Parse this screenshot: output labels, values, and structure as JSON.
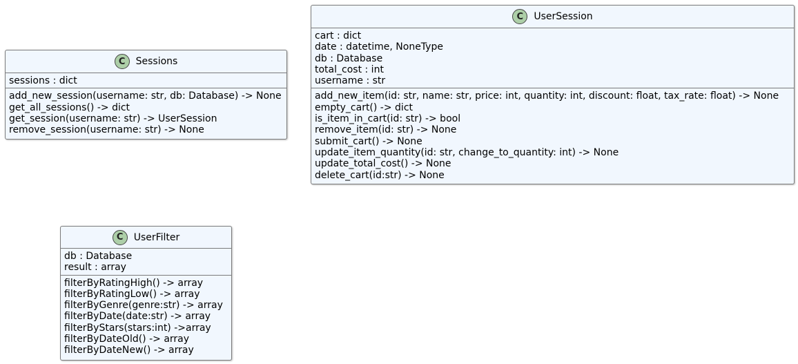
{
  "classes": {
    "sessions": {
      "icon_letter": "C",
      "name": "Sessions",
      "fields": [
        "sessions : dict"
      ],
      "methods": [
        "add_new_session(username: str, db: Database) -> None",
        "get_all_sessions() -> dict",
        "get_session(username: str) -> UserSession",
        "remove_session(username: str) -> None"
      ]
    },
    "user_session": {
      "icon_letter": "C",
      "name": "UserSession",
      "fields": [
        "cart : dict",
        "date : datetime, NoneType",
        "db : Database",
        "total_cost : int",
        "username : str"
      ],
      "methods": [
        "add_new_item(id: str, name: str, price: int, quantity: int, discount: float, tax_rate: float) -> None",
        "empty_cart() -> dict",
        "is_item_in_cart(id: str) -> bool",
        "remove_item(id: str) -> None",
        "submit_cart() -> None",
        "update_item_quantity(id: str, change_to_quantity: int) -> None",
        "update_total_cost() -> None",
        "delete_cart(id:str) -> None"
      ]
    },
    "user_filter": {
      "icon_letter": "C",
      "name": "UserFilter",
      "fields": [
        "db : Database",
        "result : array"
      ],
      "methods": [
        "filterByRatingHigh() -> array",
        "filterByRatingLow() -> array",
        "filterByGenre(genre:str) -> array",
        "filterByDate(date:str) -> array",
        "filterByStars(stars:int) ->array",
        "filterByDateOld() -> array",
        "filterByDateNew() -> array"
      ]
    }
  },
  "colors": {
    "box_fill": "#f1f7fe",
    "box_border": "#7a7a7a",
    "class_icon_fill": "#adcfa8"
  }
}
